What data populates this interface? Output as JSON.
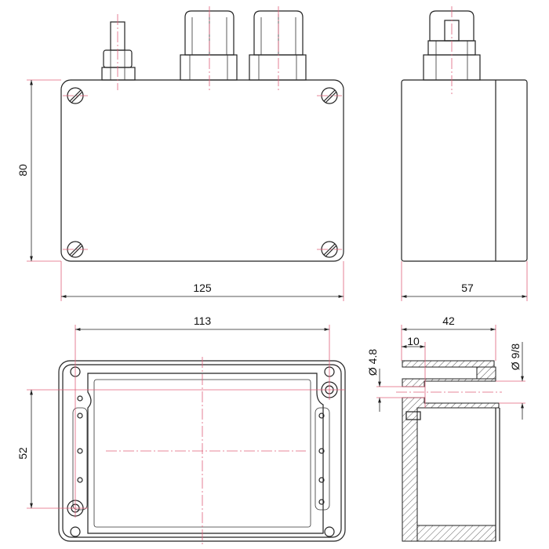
{
  "drawing": {
    "dimensions": {
      "front_height": "80",
      "front_width": "125",
      "side_depth": "57",
      "hole_spacing_x": "113",
      "hole_spacing_y": "52",
      "section_depth": "42",
      "section_step": "10",
      "bore_diameter": "Ø 4.8",
      "outer_diameter": "Ø 9/8"
    },
    "colors": {
      "outline": "#222222",
      "centerline": "#e0607a"
    }
  }
}
